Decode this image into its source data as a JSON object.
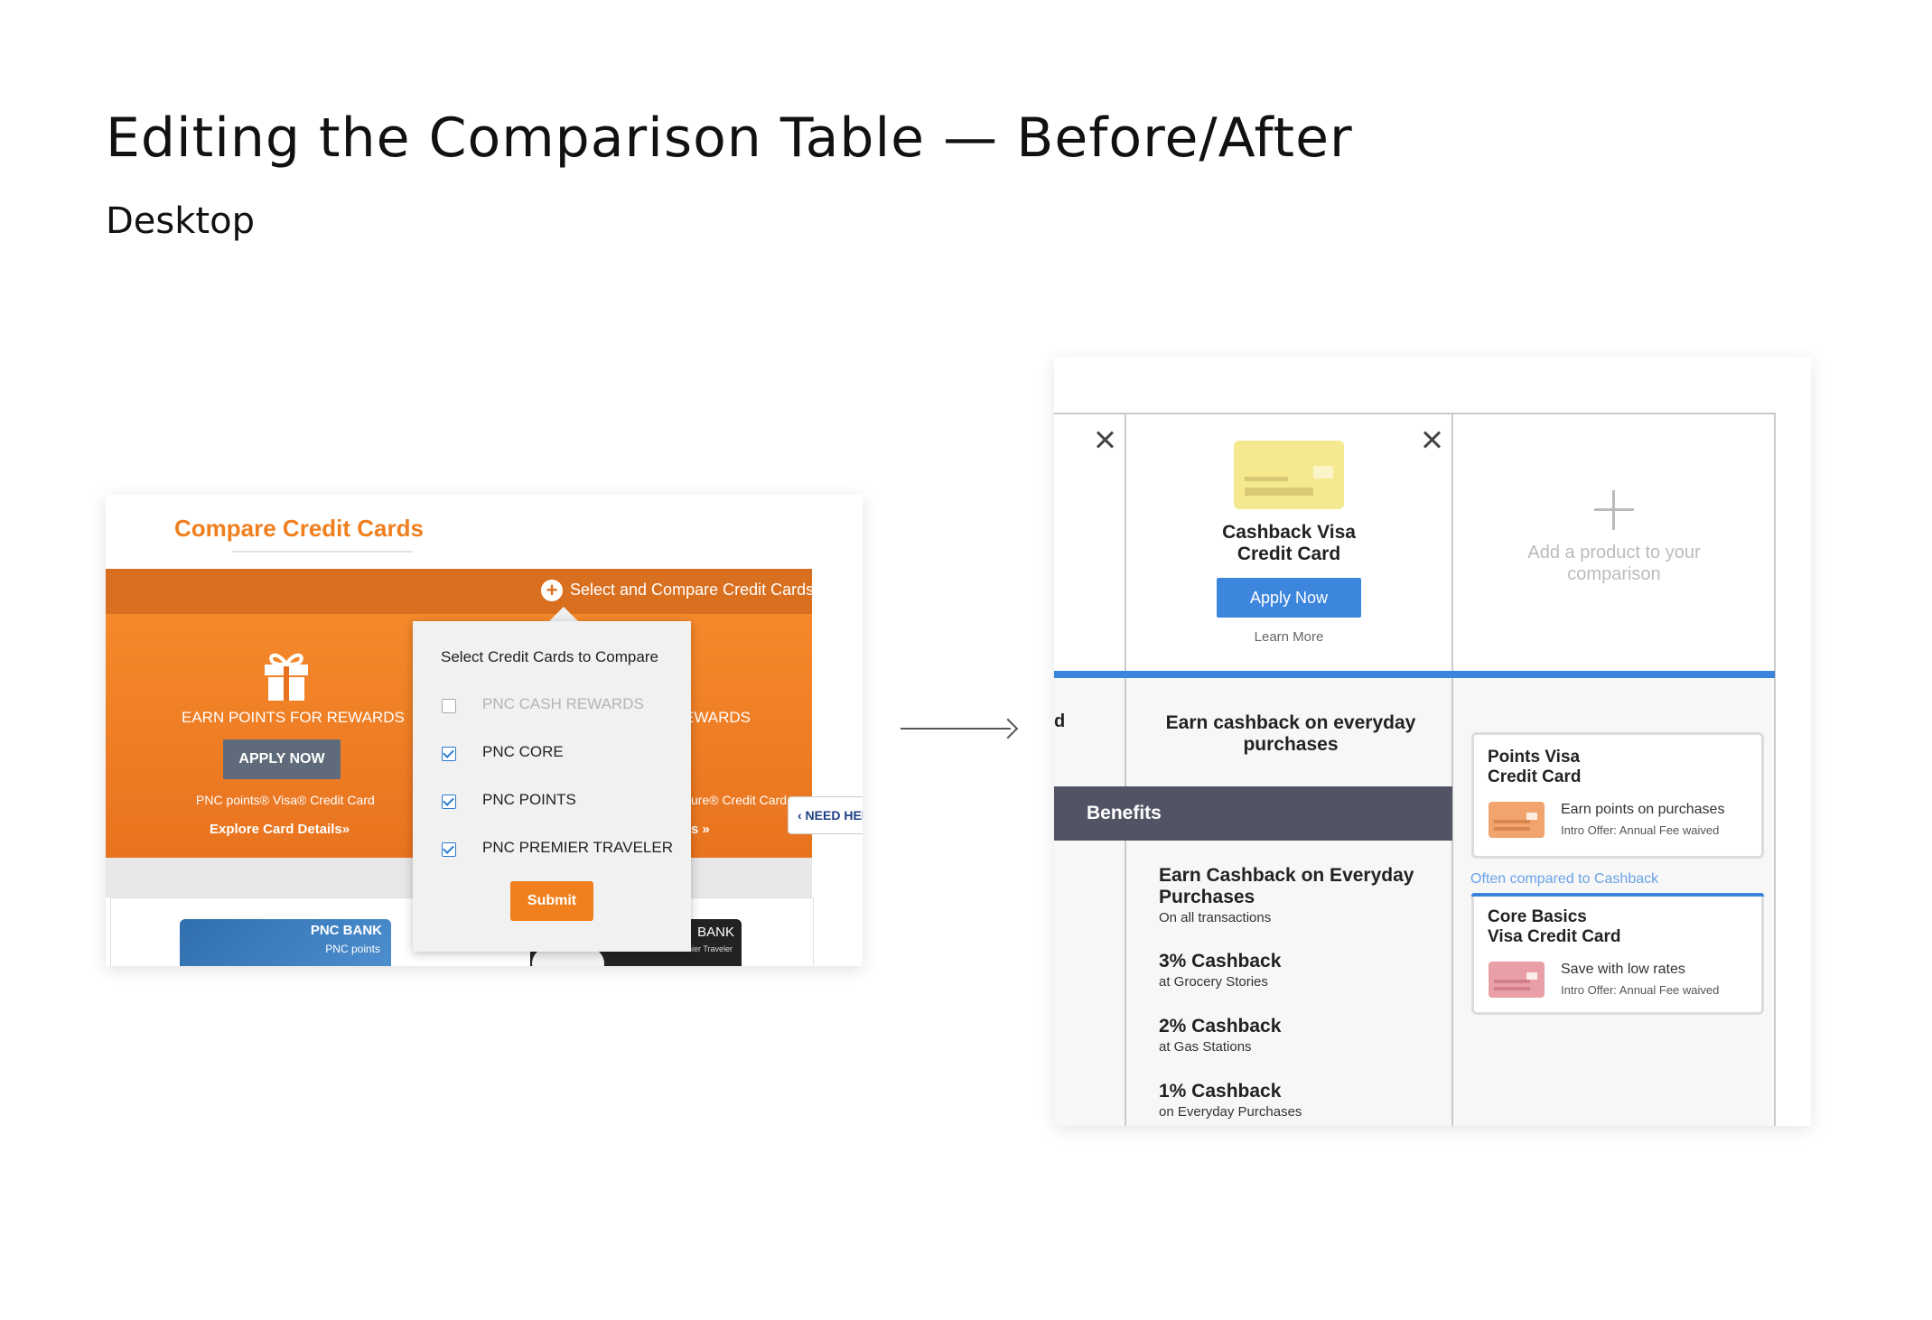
{
  "slide": {
    "title": "Editing the Comparison Table — Before/After",
    "subtitle": "Desktop"
  },
  "before": {
    "compare_title": "Compare Credit Cards",
    "select_link": "Select and Compare Credit Cards",
    "earn_points": "EARN POINTS FOR REWARDS",
    "earn_partial": "EWARDS",
    "apply_now": "APPLY NOW",
    "card_name": "PNC points® Visa® Credit Card",
    "card_name_partial": "ure® Credit Card",
    "explore": "Explore Card Details»",
    "explore_partial": "s »",
    "need_help": "‹ NEED HEL",
    "card1_label": "PNC BANK",
    "card1_sub": "PNC points",
    "card2_label": "BANK",
    "card2_sub": "PNC Premier Traveler",
    "popup": {
      "heading": "Select Credit Cards to Compare",
      "options": [
        {
          "label": "PNC CASH REWARDS",
          "checked": false,
          "disabled": true
        },
        {
          "label": "PNC CORE",
          "checked": true,
          "disabled": false
        },
        {
          "label": "PNC POINTS",
          "checked": true,
          "disabled": false
        },
        {
          "label": "PNC PREMIER TRAVELER",
          "checked": true,
          "disabled": false
        }
      ],
      "submit": "Submit"
    },
    "colors": {
      "orange": "#f07f1e",
      "dark_orange": "#d9701f"
    }
  },
  "after": {
    "product_title": "Cashback Visa Credit Card",
    "apply_now": "Apply Now",
    "learn_more": "Learn More",
    "add_product": "Add a product to your comparison",
    "tagline": "Earn cashback on everyday purchases",
    "cut_fragment": "d",
    "benefits_label": "Benefits",
    "benefits": [
      {
        "heading": "Earn Cashback on Everyday Purchases",
        "sub": "On all transactions"
      },
      {
        "heading": "3% Cashback",
        "sub": "at Grocery Stories"
      },
      {
        "heading": "2% Cashback",
        "sub": "at Gas Stations"
      },
      {
        "heading": "1% Cashback",
        "sub": "on Everyday Purchases"
      }
    ],
    "suggestions": [
      {
        "title": "Points Visa Credit Card",
        "desc": "Earn points on purchases",
        "offer": "Intro Offer: Annual Fee waived",
        "color": "#f2a46e"
      },
      {
        "title": "Core Basics Visa Credit Card",
        "desc": "Save with low rates",
        "offer": "Intro Offer: Annual Fee waived",
        "color": "#e8a0a6"
      }
    ],
    "often_compared": "Often compared to Cashback",
    "colors": {
      "blue": "#3a84dc",
      "benefits_bar": "#525466",
      "card_yellow": "#f5e98f"
    }
  }
}
